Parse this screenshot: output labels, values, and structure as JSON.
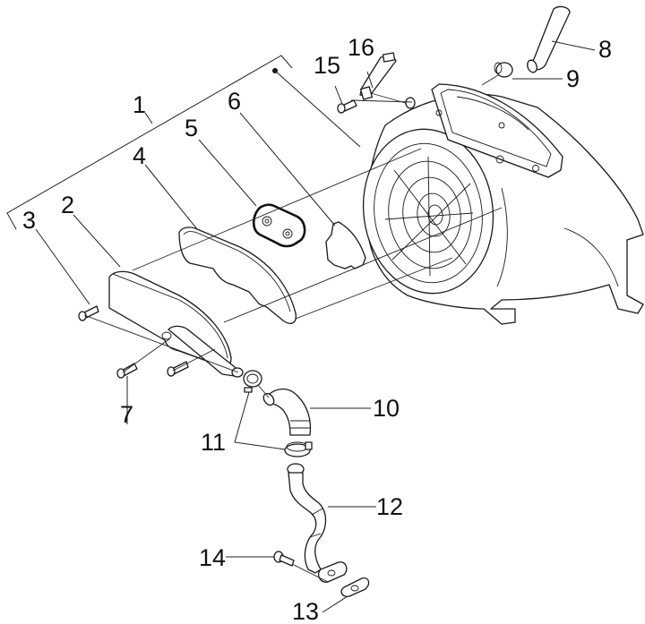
{
  "diagram": {
    "title": "Exploded parts view - cooling shroud, air filter cover and breather hose",
    "ink_color": "#1a1a1a",
    "background": "#ffffff",
    "callouts": [
      {
        "id": "1",
        "label": "1",
        "part": "cover-assembly-kit"
      },
      {
        "id": "2",
        "label": "2",
        "part": "air-box-cover"
      },
      {
        "id": "3",
        "label": "3",
        "part": "self-tapping-screw"
      },
      {
        "id": "4",
        "label": "4",
        "part": "cover-gasket"
      },
      {
        "id": "5",
        "label": "5",
        "part": "filter-element"
      },
      {
        "id": "6",
        "label": "6",
        "part": "filter-support"
      },
      {
        "id": "7",
        "label": "7",
        "part": "screw"
      },
      {
        "id": "8",
        "label": "8",
        "part": "intake-hose"
      },
      {
        "id": "9",
        "label": "9",
        "part": "hose-clamp"
      },
      {
        "id": "10",
        "label": "10",
        "part": "elbow-hose"
      },
      {
        "id": "11",
        "label": "11",
        "part": "hose-clamps"
      },
      {
        "id": "12",
        "label": "12",
        "part": "breather-pipe"
      },
      {
        "id": "13",
        "label": "13",
        "part": "flange-gasket"
      },
      {
        "id": "14",
        "label": "14",
        "part": "flange-bolt"
      },
      {
        "id": "15",
        "label": "15",
        "part": "bolt"
      },
      {
        "id": "16",
        "label": "16",
        "part": "bracket"
      }
    ]
  }
}
